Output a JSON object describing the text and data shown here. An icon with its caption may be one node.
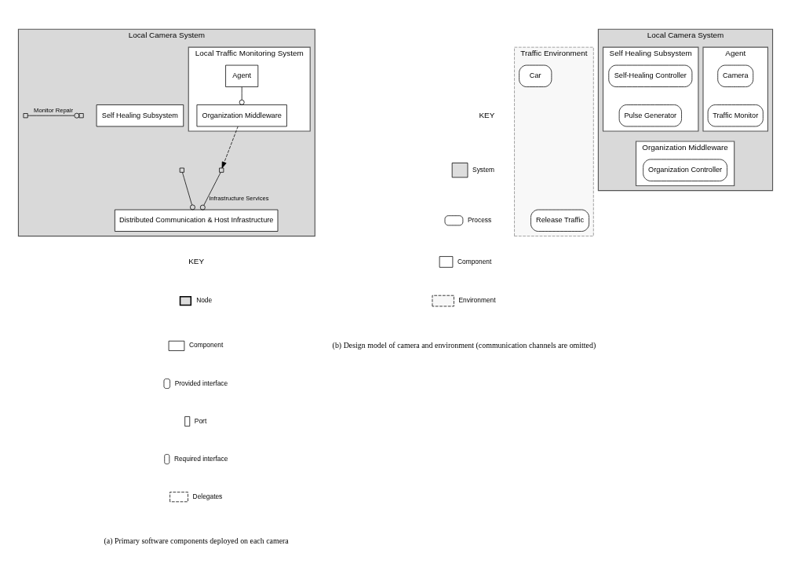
{
  "diagram": {
    "nodes": [
      {
        "text": [
          "Local Camera System"
        ]
      },
      {
        "text": [
          "Local Traffic Monitoring System"
        ],
        "in": 0
      },
      {
        "text": [
          "Agent"
        ],
        "in": 1
      },
      {
        "text": [
          "Organization Middleware"
        ],
        "in": 1
      },
      {
        "text": [
          "Self Healing Subsystem"
        ],
        "in": 0
      },
      {
        "text": [
          "Distributed Communication & Host Infrastructure"
        ],
        "in": 0
      },
      {
        "text": [],
        "shape": "box",
        "in": 0
      },
      {
        "text": [],
        "shape": "box",
        "in": 0
      },
      {
        "text": [],
        "shape": "box",
        "in": 0
      },
      {
        "text": [],
        "shape": "box",
        "in": 0
      },
      {
        "text": [
          "Local Camera System"
        ]
      },
      {
        "text": [
          "Agent"
        ],
        "in": 10
      },
      {
        "text": [
          "Camera"
        ],
        "in": 11
      },
      {
        "text": [
          "Traffic Monitor"
        ],
        "in": 11
      },
      {
        "text": [
          "Organization Middleware"
        ],
        "in": 10
      },
      {
        "text": [
          "Organization Controller"
        ],
        "in": 14
      },
      {
        "text": [
          "Self Healing Subsystem"
        ],
        "in": 10
      },
      {
        "text": [
          "Self-Healing Controller"
        ],
        "in": 16
      },
      {
        "text": [
          "Pulse Generator"
        ],
        "in": 16
      },
      {
        "text": [
          "Traffic Environment"
        ]
      },
      {
        "text": [
          "Release Traffic"
        ],
        "in": 19
      },
      {
        "text": [
          "Car"
        ],
        "in": 19
      }
    ],
    "edges": [
      {
        "from": 2,
        "to": 3,
        "arrow": "other"
      },
      {
        "from": 6,
        "to": 7,
        "arrow": "other",
        "label": "Monitor Repair"
      },
      {
        "from": 3,
        "to": 8,
        "arrow": "to",
        "style": "dashed"
      },
      {
        "from": 8,
        "to": 5,
        "arrow": "other",
        "label": "Infrastructure Services"
      },
      {
        "from": 9,
        "to": 5,
        "arrow": "other"
      }
    ],
    "labels": [
      "KEY",
      "(a) Primary software components deployed on each camera",
      "KEY",
      "(b) Design model of camera and environment (communication channels are omitted)"
    ],
    "legend": [
      {
        "text": "Node"
      },
      {
        "text": "Component"
      },
      {
        "text": "Provided interface"
      },
      {
        "text": "Port"
      },
      {
        "text": "Required interface"
      },
      {
        "text": "Delegates"
      },
      {
        "text": "System"
      },
      {
        "text": "Process"
      },
      {
        "text": "Component"
      },
      {
        "text": "Environment"
      }
    ]
  }
}
